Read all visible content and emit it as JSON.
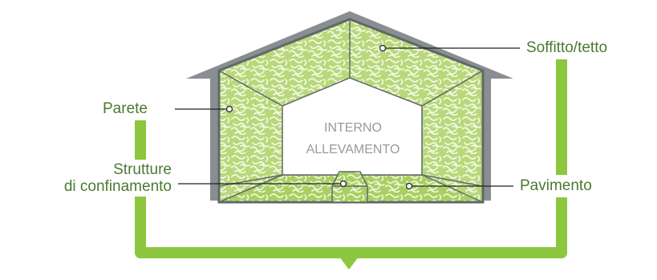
{
  "center_label": {
    "line1": "INTERNO",
    "line2": "ALLEVAMENTO"
  },
  "labels": {
    "soffitto": "Soffitto/tetto",
    "parete": "Parete",
    "strutture_line1": "Strutture",
    "strutture_line2": "di confinamento",
    "pavimento": "Pavimento"
  },
  "colors": {
    "accent_green": "#8dc63f",
    "label_text": "#4a7a31",
    "roof_gray": "#8a8e92",
    "texture_bg": "#b8d87a",
    "texture_line": "#f3f9e6",
    "outline": "#5f6a66"
  }
}
